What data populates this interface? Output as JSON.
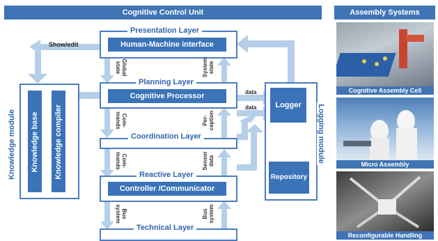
{
  "header": {
    "left_title": "Cognitive Control Unit",
    "right_title": "Assembly Systems"
  },
  "layers": {
    "presentation": {
      "title": "Presentation Layer",
      "box": "Human-Machine interface"
    },
    "planning": {
      "title": "Planning Layer",
      "box": "Cognitive Processor"
    },
    "coordination": {
      "title": "Coordination Layer"
    },
    "reactive": {
      "title": "Reactive Layer",
      "box": "Controller /Communicator"
    },
    "technical": {
      "title": "Technical Layer"
    }
  },
  "labels": {
    "show_edit": "Show/edit",
    "global_state": [
      "Global",
      "state"
    ],
    "system_state": [
      "System",
      "state"
    ],
    "commands1": [
      "Com-",
      "mands"
    ],
    "perception": [
      "Per-",
      "ception"
    ],
    "commands2": [
      "Com-",
      "mands"
    ],
    "sensor_data": [
      "Sensor",
      "data"
    ],
    "bus_system1": [
      "Bus",
      "system"
    ],
    "bus_system2": [
      "Bus",
      "system"
    ],
    "data1": "data",
    "data2": "data",
    "data3": "data"
  },
  "knowledge_module": {
    "title": "Knowledge module",
    "knowledge_base": "Knowledge base",
    "knowledge_compiler": "Knowledge compiler"
  },
  "logging_module": {
    "title": "Logging module",
    "logger": "Logger",
    "repository": "Repository"
  },
  "assembly": {
    "captions": [
      "Cognitive Assembly Cell",
      "Micro Assembly",
      "Reconfigurable Handling"
    ]
  },
  "colors": {
    "primary": "#3a73b8",
    "arrow": "#b6cfe9",
    "band": "#3f74b5"
  }
}
